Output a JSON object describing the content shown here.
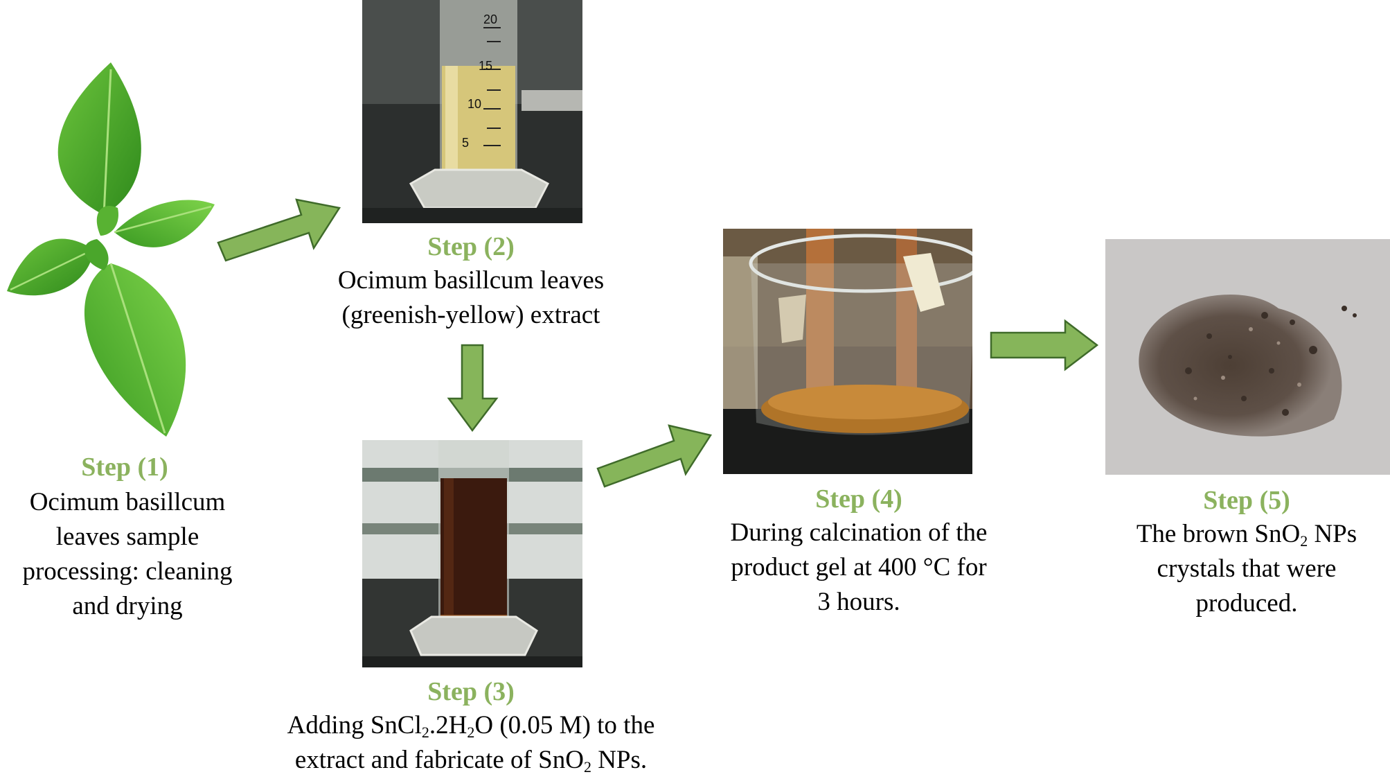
{
  "colors": {
    "step_title": "#8bb25e",
    "arrow_fill": "#86b55a",
    "arrow_stroke": "#3f6b2a"
  },
  "steps": [
    {
      "title": "Step (1)",
      "lines": [
        "Ocimum basillcum",
        "leaves sample",
        "processing: cleaning",
        "and drying"
      ]
    },
    {
      "title": "Step (2)",
      "lines": [
        "Ocimum basillcum leaves",
        "(greenish-yellow) extract"
      ]
    },
    {
      "title": "Step (3)",
      "line1_a": "Adding SnCl",
      "line1_sub1": "2",
      "line1_b": ".2H",
      "line1_sub2": "2",
      "line1_c": "O (0.05 M) to the",
      "line2_a": "extract and fabricate of SnO",
      "line2_sub": "2",
      "line2_b": " NPs."
    },
    {
      "title": "Step (4)",
      "lines": [
        "During calcination of the",
        "product gel at 400 °C for",
        "3 hours."
      ]
    },
    {
      "title": "Step (5)",
      "line1_a": "The brown SnO",
      "line1_sub": "2",
      "line1_b": " NPs",
      "lines_rest": [
        "crystals that were",
        "produced."
      ]
    }
  ],
  "photos": {
    "cylinder_ticks": [
      "20",
      "15",
      "10",
      "5"
    ]
  }
}
